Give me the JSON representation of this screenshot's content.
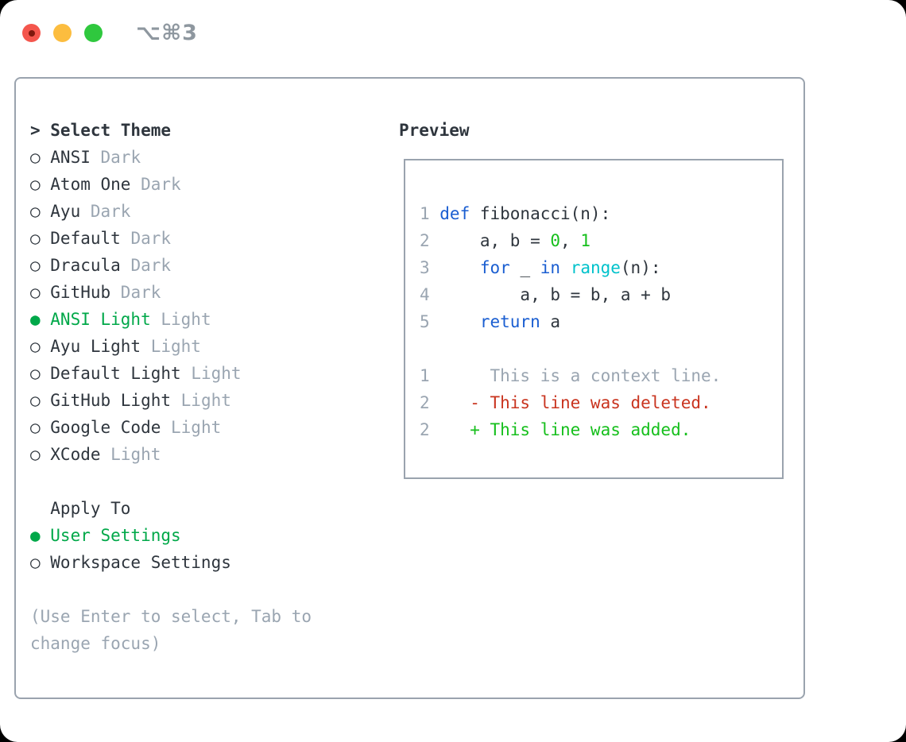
{
  "titlebar": {
    "shortcut": "⌥⌘3",
    "buttons": [
      {
        "name": "close",
        "label": "close-window"
      },
      {
        "name": "minimize",
        "label": "minimize-window"
      },
      {
        "name": "zoom",
        "label": "zoom-window"
      }
    ]
  },
  "theme_panel": {
    "prefix": ">",
    "title": "Select Theme",
    "items": [
      {
        "name": "ANSI",
        "variant": "Dark",
        "selected": false
      },
      {
        "name": "Atom One",
        "variant": "Dark",
        "selected": false
      },
      {
        "name": "Ayu",
        "variant": "Dark",
        "selected": false
      },
      {
        "name": "Default",
        "variant": "Dark",
        "selected": false
      },
      {
        "name": "Dracula",
        "variant": "Dark",
        "selected": false
      },
      {
        "name": "GitHub",
        "variant": "Dark",
        "selected": false
      },
      {
        "name": "ANSI Light",
        "variant": "Light",
        "selected": true
      },
      {
        "name": "Ayu Light",
        "variant": "Light",
        "selected": false
      },
      {
        "name": "Default Light",
        "variant": "Light",
        "selected": false
      },
      {
        "name": "GitHub Light",
        "variant": "Light",
        "selected": false
      },
      {
        "name": "Google Code",
        "variant": "Light",
        "selected": false
      },
      {
        "name": "XCode",
        "variant": "Light",
        "selected": false
      }
    ],
    "radio_selected_icon": "●",
    "radio_unselected_icon": "○"
  },
  "apply_panel": {
    "title": "Apply To",
    "options": [
      {
        "name": "User Settings",
        "selected": true
      },
      {
        "name": "Workspace Settings",
        "selected": false
      }
    ]
  },
  "help_text": "(Use Enter to select, Tab to change focus)",
  "preview": {
    "title": "Preview",
    "code_lines": [
      {
        "number": "1",
        "tokens": [
          {
            "t": "def",
            "c": "keyword"
          },
          {
            "t": " fibonacci(n):",
            "c": "text"
          }
        ]
      },
      {
        "number": "2",
        "tokens": [
          {
            "t": "    a, b = ",
            "c": "text"
          },
          {
            "t": "0",
            "c": "number"
          },
          {
            "t": ", ",
            "c": "text"
          },
          {
            "t": "1",
            "c": "number"
          }
        ]
      },
      {
        "number": "3",
        "tokens": [
          {
            "t": "    ",
            "c": "text"
          },
          {
            "t": "for",
            "c": "keyword"
          },
          {
            "t": " _ ",
            "c": "text"
          },
          {
            "t": "in",
            "c": "keyword"
          },
          {
            "t": " ",
            "c": "text"
          },
          {
            "t": "range",
            "c": "builtin"
          },
          {
            "t": "(n):",
            "c": "text"
          }
        ]
      },
      {
        "number": "4",
        "tokens": [
          {
            "t": "        a, b = b, a + b",
            "c": "text"
          }
        ]
      },
      {
        "number": "5",
        "tokens": [
          {
            "t": "    ",
            "c": "text"
          },
          {
            "t": "return",
            "c": "keyword"
          },
          {
            "t": " a",
            "c": "text"
          }
        ]
      }
    ],
    "diff_lines": [
      {
        "number": "1",
        "marker": " ",
        "text": "This is a context line.",
        "type": "context"
      },
      {
        "number": "2",
        "marker": "-",
        "text": "This line was deleted.",
        "type": "deleted"
      },
      {
        "number": "2",
        "marker": "+",
        "text": "This line was added.",
        "type": "added"
      }
    ]
  },
  "colors": {
    "text": "#2e353d",
    "gray": "#9aa5b1",
    "border": "#9aa3ae",
    "green_selected": "#00a849",
    "green_added": "#16bf1c",
    "red_deleted": "#c9341f",
    "keyword_blue": "#1a5ed1",
    "builtin_cyan": "#00c2cb",
    "number_green": "#16bf1c",
    "shortcut_gray": "#8e979f",
    "traffic_red": "#f4564d",
    "traffic_red_dot": "#7e180d",
    "traffic_yellow": "#fcbd3f",
    "traffic_green": "#2fc83e"
  }
}
